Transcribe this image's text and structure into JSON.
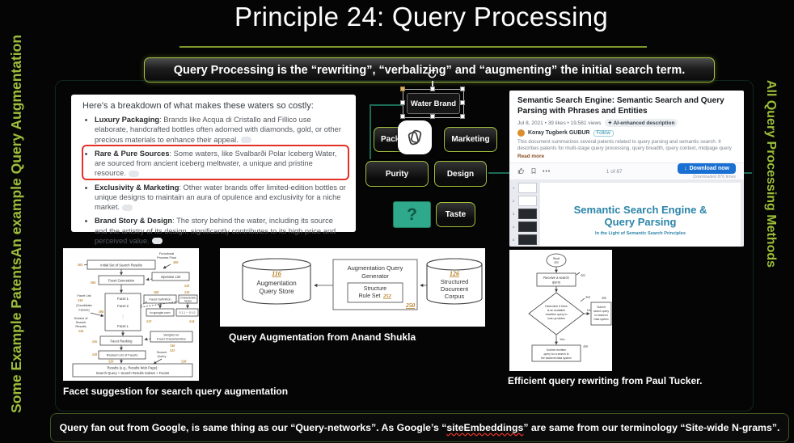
{
  "colors": {
    "accent_green": "#9dbe3a",
    "teal_line": "#1d6b54",
    "red_box": "#e33127",
    "teal_fill": "#2fa98c",
    "blue_button": "#1a70d2",
    "deck_blue": "#2b84a8"
  },
  "slide": {
    "title": "Principle 24: Query Processing",
    "banner": "Query Processing is the “rewriting”, “verbalizing” and “augmenting” the initial search term.",
    "left_vertical_text": "Some Example PatentsAn example Query Augmentation",
    "right_vertical_text": "All Query Processing Methods",
    "footer_pre": "Query fan out from Google, is same thing as our “Query-networks”. As Google’s “",
    "footer_highlight": "siteEmbeddings",
    "footer_post": "” are same from our terminology “Site-wide N-grams”."
  },
  "water_note": {
    "heading": "Here's a breakdown of what makes these waters so costly:",
    "bullets": [
      {
        "lead": "Luxury Packaging",
        "text": ": Brands like Acqua di Cristallo and Fillico use elaborate, handcrafted bottles often adorned with diamonds, gold, or other precious materials to enhance their appeal."
      },
      {
        "lead": "Rare & Pure Sources",
        "text": ": Some waters, like Svalbarði Polar Iceberg Water, are sourced from ancient iceberg meltwater, a unique and pristine resource."
      },
      {
        "lead": "Exclusivity & Marketing",
        "text": ": Other water brands offer limited-edition bottles or unique designs to maintain an aura of opulence and exclusivity for a niche market."
      },
      {
        "lead": "Brand Story & Design",
        "text": ": The story behind the water, including its source and the artistry of its design, significantly contributes to its high price and perceived value."
      }
    ]
  },
  "mindmap": {
    "root": "Water Brand",
    "packaging": "Packaging",
    "marketing": "Marketing",
    "purity": "Purity",
    "design": "Design",
    "taste": "Taste",
    "question": "?"
  },
  "slideshare": {
    "title": "Semantic Search Engine: Semantic Search and Query Parsing with Phrases and Entities",
    "meta": "Jul 8, 2021 • 39 likes • 19,581 views",
    "ai_icon": "✦",
    "ai_badge": "AI-enhanced description",
    "author": "Koray Tugberk GUBUR",
    "follow": "Follow",
    "description": "This document summarizes several patents related to query parsing and semantic search. It describes patents for multi-stage query processing, query breadth, query context, midpage query refinements (search suggestions), context vectors, and categorical quality fra…",
    "read_more": "Read more",
    "ellipsis": "•••",
    "pagination": "1 of 87",
    "download": "Download now",
    "download_icon": "↓",
    "downloaded": "Downloaded 876 times",
    "thumbs": [
      "1",
      "2",
      "3",
      "4",
      "5",
      "6"
    ],
    "deck_title_1": "Semantic Search Engine &",
    "deck_title_2": "Query Parsing",
    "deck_subtitle": "In the Light of Semantic Search Principles"
  },
  "facet_fig": {
    "header_1": "Functional",
    "header_2": "Process Flow",
    "n500": "500",
    "initial_results": "Initial Set of Search Results",
    "n502": "502",
    "facet_generation": "Facet Generation",
    "n504": "504",
    "operator_list": "Operator List",
    "n532": "532",
    "facet_1": "Facet 1",
    "facet_2": "Facet 2",
    "dots": "⋮",
    "facet_l": "Facet L",
    "n506": "506",
    "facet_list_1": "Facet List",
    "n534": "534",
    "facet_list_2": "(Candidate",
    "facet_list_3": "Facets)",
    "facet_definition": "Facet Definition",
    "n508": "508",
    "char_vector_1": "Characteristic",
    "char_vector_2": "Vector",
    "n510": "510",
    "to_google": "to:google.com",
    "n512": "512",
    "bits": "0 1 1 ⋯ 0 1 0",
    "n514": "514",
    "subset_1": "Subset of",
    "subset_2": "Search",
    "subset_3": "Results",
    "n524": "524",
    "facet_ranking": "Facet Ranking",
    "n516": "516",
    "weights_1": "Weights for",
    "weights_2": "Facet Characteristics",
    "n536": "536",
    "ranked_list": "Ranked List of Facets",
    "n518": "518",
    "search_query_1": "Search",
    "search_query_2": "Query",
    "n522": "522",
    "n520": "520",
    "n528": "528",
    "results_1": "Results (e.g., Results Web Page):",
    "results_2": "Search Query + Search Results Subset + Facets"
  },
  "augment_fig": {
    "n116": "116",
    "store_1": "Augmentation",
    "store_2": "Query Store",
    "generator_1": "Augmentation Query",
    "generator_2": "Generator",
    "rule_1": "Structure",
    "rule_2": "Rule Set",
    "n252": "252",
    "n250": "250",
    "n126": "126",
    "corpus_1": "Structured",
    "corpus_2": "Document",
    "corpus_3": "Corpus"
  },
  "tucker_fig": {
    "start": "Start",
    "n400": "400",
    "receive_1": "Receive a search",
    "receive_2": "query",
    "n402": "402",
    "decision_1": "Determine if there",
    "decision_2": "is an available",
    "decision_3": "rewritten query in",
    "decision_4": "look-up tables",
    "n404": "404",
    "no": "No",
    "yes": "Yes",
    "submit_1": "Submit",
    "submit_2": "search query",
    "submit_3": "to backend",
    "submit_4": "Data system",
    "n406": "406",
    "rewritten_1": "Submit rewritten",
    "rewritten_2": "query for a search to",
    "rewritten_3": "the backend data system",
    "n408": "408"
  },
  "captions": {
    "facet": "Facet suggestion for search query augmentation",
    "augment": "Query Augmentation from Anand Shukla",
    "tucker": "Efficient query rewriting from Paul Tucker."
  }
}
